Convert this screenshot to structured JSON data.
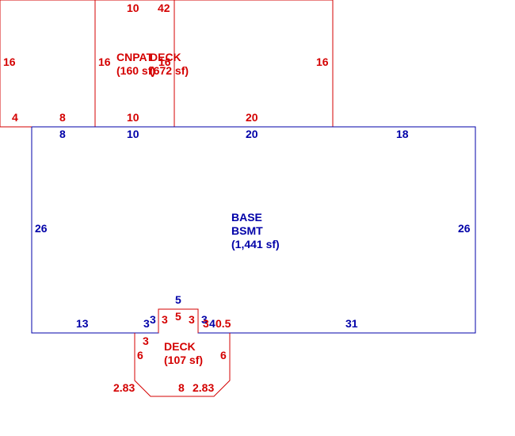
{
  "colors": {
    "blue": "#0000a8",
    "red": "#d40000"
  },
  "areas": {
    "base": {
      "line1": "BASE",
      "line2": "BSMT",
      "line3": "(1,441 sf)"
    },
    "deck_top": {
      "line1": "DECK",
      "line2": "(672 sf)"
    },
    "canopy": {
      "line1": "CNPAT",
      "line2": "(160 sf)"
    },
    "deck_bottom": {
      "line1": "DECK",
      "line2": "(107 sf)"
    }
  },
  "dims": {
    "base_left": "26",
    "base_right": "26",
    "base_top_a": "8",
    "base_top_b": "10",
    "base_top_c": "20",
    "base_top_d": "18",
    "base_bottom_a": "13",
    "base_bottom_b": "3",
    "base_bottom_c": "31",
    "base_notch_left": "3",
    "base_notch_top": "5",
    "base_notch_right": "3",
    "base_notch_bottom": "4",
    "deck_top_top": "42",
    "deck_top_left": "16",
    "deck_top_right": "16",
    "deck_top_mid": "16",
    "deck_top_bottom_a": "4",
    "deck_top_bottom_b": "8",
    "deck_top_bottom_c": "20",
    "cnpat_top": "10",
    "cnpat_left": "16",
    "cnpat_right": "16",
    "cnpat_bottom": "10",
    "deck_bot_left": "6",
    "deck_bot_right": "6",
    "deck_bot_diag_l": "2.83",
    "deck_bot_diag_r": "2.83",
    "deck_bot_bottom": "8",
    "deck_bot_small_l": "3",
    "deck_bot_small_l2": "3",
    "deck_bot_top": "5",
    "deck_bot_small_r": "3",
    "deck_bot_right_top": "0.5"
  }
}
